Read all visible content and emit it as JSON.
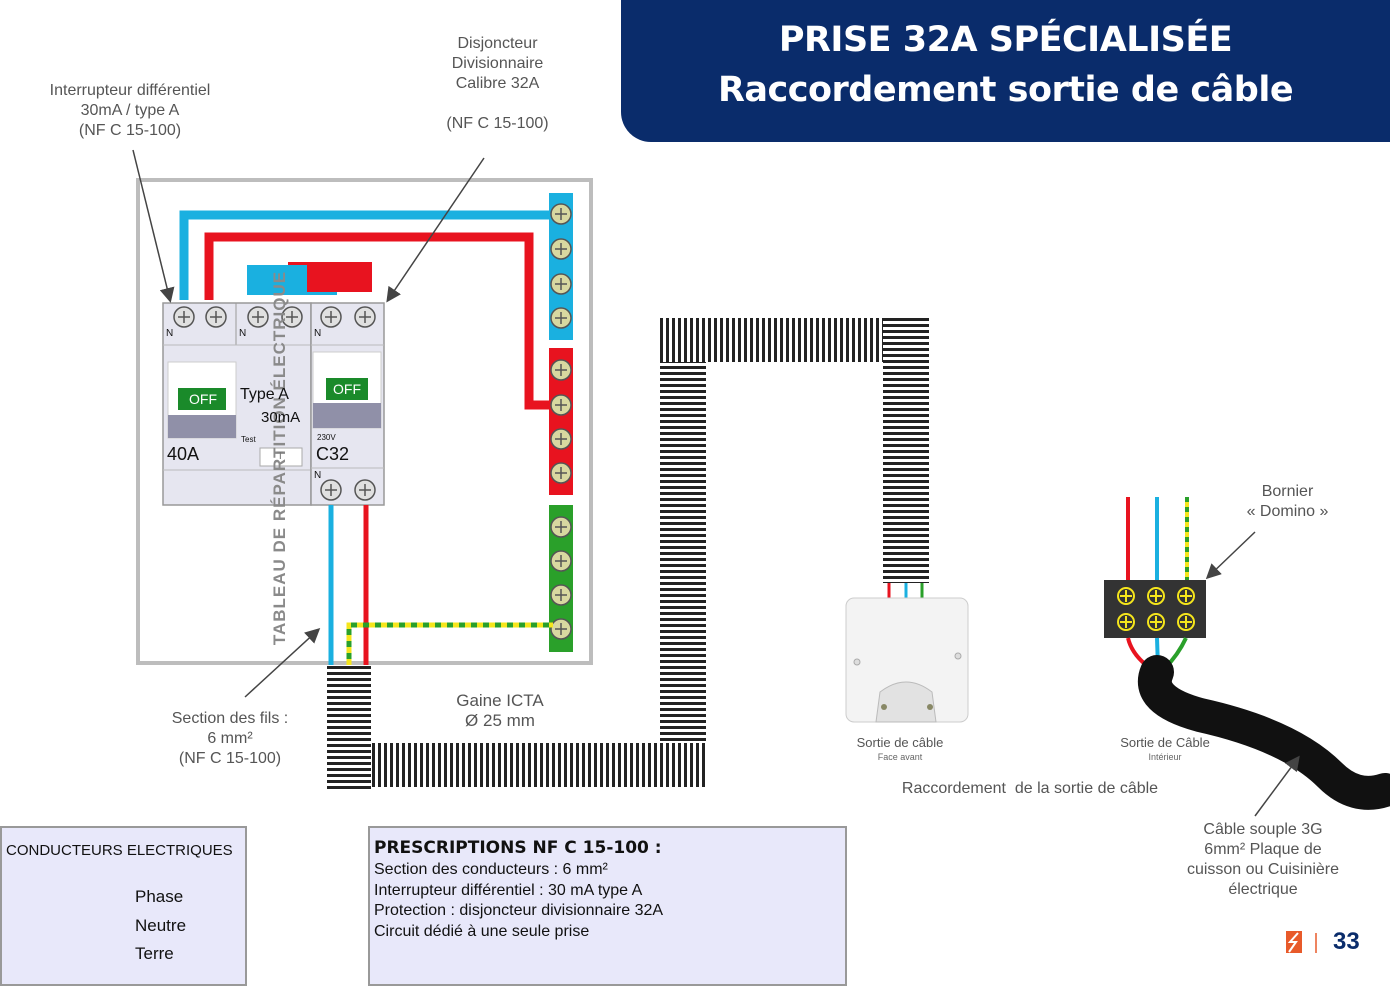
{
  "title": {
    "line1": "PRISE 32A SPÉCIALISÉE",
    "line2": "Raccordement sortie de câble"
  },
  "annotations": {
    "rcd": [
      "Interrupteur différentiel",
      "30mA / type A",
      "(NF C 15-100)"
    ],
    "breaker": [
      "Disjoncteur",
      "Divisionnaire",
      "Calibre 32A",
      "",
      "(NF C 15-100)"
    ],
    "wire_section": [
      "Section des fils :",
      "6 mm²",
      "(NF C 15-100)"
    ],
    "conduit": [
      "Gaine ICTA",
      "Ø 25 mm"
    ],
    "domino": [
      "Bornier",
      "« Domino »"
    ],
    "cable": [
      "Câble souple 3G",
      "6mm² Plaque de",
      "cuisson ou Cuisinière",
      "électrique"
    ],
    "outlet_front": "Sortie de câble",
    "outlet_front_sub": "Face avant",
    "outlet_inside": "Sortie de Câble",
    "outlet_inside_sub": "Intérieur",
    "connection_caption": "Raccordement  de la sortie de câble",
    "panel_label": "TABLEAU  DE RÉPARTITION ÉLECTRIQUE"
  },
  "rcd_module": {
    "switch_state": "OFF",
    "type": "Type A",
    "sensitivity": "30mA",
    "test_label": "Test",
    "test_button": "T",
    "rating": "40A",
    "neutral_marks": [
      "N",
      "N"
    ]
  },
  "breaker_module": {
    "switch_state": "OFF",
    "voltage": "230V",
    "rating": "C32",
    "neutral_marks": [
      "N",
      "N"
    ]
  },
  "legend": {
    "header": "CONDUCTEURS ELECTRIQUES",
    "items": [
      {
        "label": "Phase",
        "color": "#e8131f"
      },
      {
        "label": "Neutre",
        "color": "#1ab0e0"
      },
      {
        "label": "Terre",
        "color": "#f5e61c"
      }
    ]
  },
  "prescriptions": {
    "header": "PRESCRIPTIONS NF C 15-100 :",
    "lines": [
      "Section des conducteurs : 6 mm²",
      "Interrupteur différentiel : 30 mA type A",
      "Protection : disjoncteur divisionnaire 32A",
      "Circuit dédié à une seule prise"
    ]
  },
  "colors": {
    "title_bg": "#0a2c6b",
    "phase": "#e8131f",
    "neutral": "#1ab0e0",
    "earth_yellow": "#f5e61c",
    "earth_green": "#2aa02a"
  },
  "footer": {
    "page_number": "33",
    "logo_icon": "brand-logo-icon"
  }
}
